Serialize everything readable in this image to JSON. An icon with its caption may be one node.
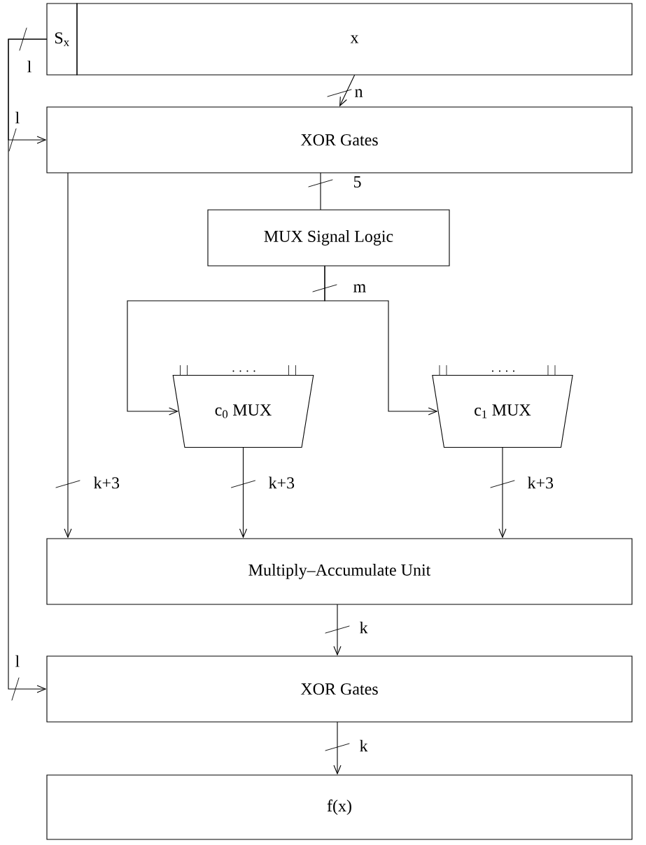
{
  "diagram": {
    "nodes": [
      {
        "text": [
          "S$_{x}$"
        ]
      },
      {
        "text": [
          "x"
        ]
      },
      {
        "text": [
          "XOR Gates"
        ]
      },
      {
        "text": [
          "MUX Signal Logic"
        ]
      },
      {
        "text": [
          "c$_{0}$ MUX"
        ]
      },
      {
        "text": [
          "c$_{1}$ MUX"
        ]
      },
      {
        "text": [
          "Multiply–Accumulate Unit"
        ]
      },
      {
        "text": [
          "XOR Gates"
        ]
      },
      {
        "text": [
          "f(x)"
        ]
      }
    ],
    "edges": [
      {
        "from": 0,
        "to": 2,
        "arrow": "to",
        "label": "l"
      },
      {
        "from": 0,
        "to": 7,
        "arrow": "to",
        "label": "l"
      },
      {
        "from": 1,
        "to": 2,
        "arrow": "to",
        "label": "n"
      },
      {
        "from": 2,
        "to": 3,
        "arrow": "none",
        "label": "5"
      },
      {
        "from": 3,
        "to": 4,
        "arrow": "to",
        "label": "m"
      },
      {
        "from": 3,
        "to": 5,
        "arrow": "to"
      },
      {
        "from": 2,
        "to": 6,
        "arrow": "to",
        "label": "k+3"
      },
      {
        "from": 4,
        "to": 6,
        "arrow": "to",
        "label": "k+3"
      },
      {
        "from": 5,
        "to": 6,
        "arrow": "to",
        "label": "k+3"
      },
      {
        "from": 6,
        "to": 7,
        "arrow": "to",
        "label": "k"
      },
      {
        "from": 7,
        "to": 8,
        "arrow": "to",
        "label": "k"
      }
    ],
    "labels": [
      "l"
    ]
  }
}
